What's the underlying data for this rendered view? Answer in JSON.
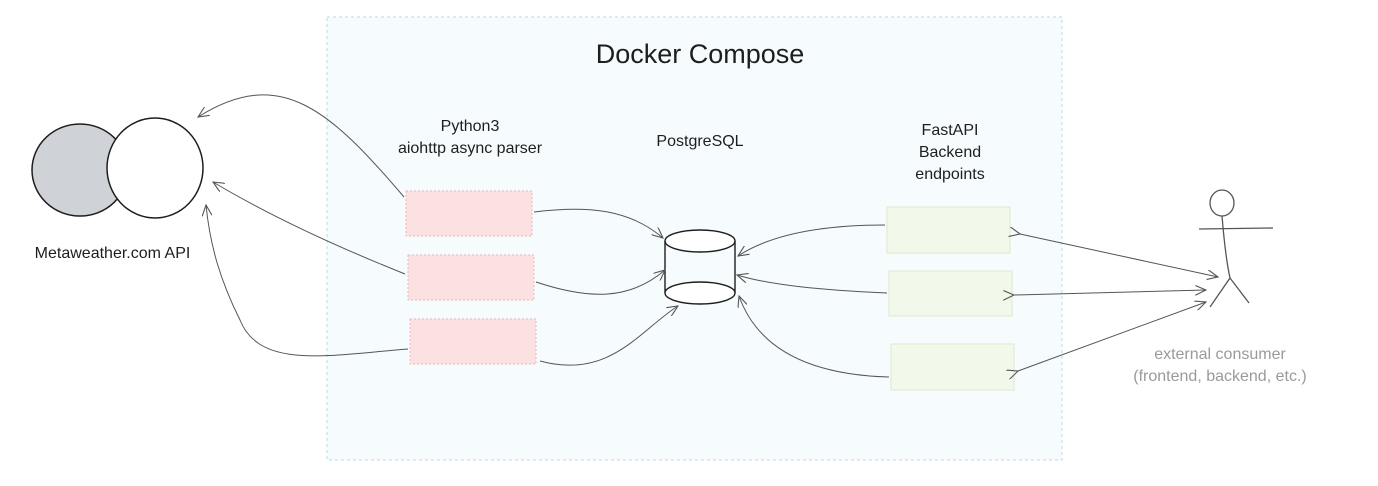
{
  "diagram": {
    "compose_title": "Docker Compose",
    "api_label": "Metaweather.com API",
    "python_label": [
      "Python3",
      "aiohttp async parser"
    ],
    "postgres_label": "PostgreSQL",
    "fastapi_label": [
      "FastAPI",
      "Backend",
      "endpoints"
    ],
    "consumer_label": [
      "external consumer",
      "(frontend, backend, etc.)"
    ]
  },
  "colors": {
    "compose_fill": "#eef8fb",
    "compose_border": "#b9dbe2",
    "parser_fill": "#fbe1e1",
    "parser_border": "#efb4b4",
    "endpoint_fill": "#f2f8ea",
    "endpoint_border": "#dcebcc",
    "api_shadow": "#cfd3d7",
    "stroke": "#555555"
  },
  "icons": [
    "arrow-head-icon",
    "stick-figure-icon",
    "database-cylinder-icon"
  ]
}
